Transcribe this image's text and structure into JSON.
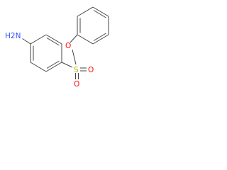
{
  "molecule": {
    "atoms": {
      "amino_n": "H2N",
      "ester_o": "O",
      "sulfur": "S",
      "sulfonyl_o_down": "O",
      "sulfonyl_o_right": "O"
    },
    "colors": {
      "bond": "#444444",
      "nitrogen": "#3050f8",
      "oxygen": "#ff0d0d",
      "sulfur": "#b2b200"
    }
  }
}
